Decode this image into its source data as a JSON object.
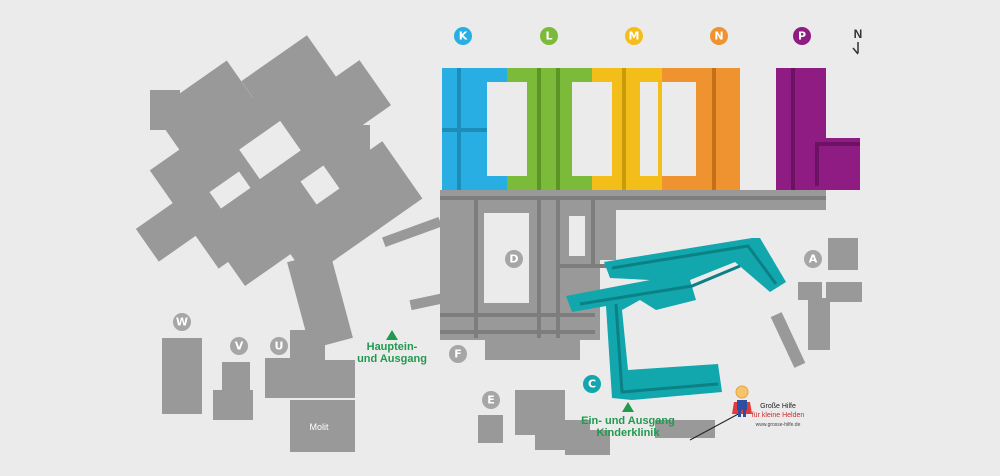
{
  "colors": {
    "background": "#ebebeb",
    "building": "#999999",
    "corridor": "#7d7d7d",
    "K": "#29aee3",
    "L": "#7cba3a",
    "M": "#f3be1a",
    "N": "#ef9230",
    "P": "#8f1c83",
    "C": "#11a7ad",
    "entrance": "#1f9a4e"
  },
  "compass": {
    "label": "N",
    "icon": "north-arrow-icon"
  },
  "wings": [
    {
      "id": "K",
      "label": "K",
      "color": "#29aee3"
    },
    {
      "id": "L",
      "label": "L",
      "color": "#7cba3a"
    },
    {
      "id": "M",
      "label": "M",
      "color": "#f3be1a"
    },
    {
      "id": "N",
      "label": "N",
      "color": "#ef9230"
    },
    {
      "id": "P",
      "label": "P",
      "color": "#8f1c83"
    }
  ],
  "buildings": [
    {
      "id": "A",
      "label": "A"
    },
    {
      "id": "C",
      "label": "C"
    },
    {
      "id": "D",
      "label": "D"
    },
    {
      "id": "E",
      "label": "E"
    },
    {
      "id": "F",
      "label": "F"
    },
    {
      "id": "U",
      "label": "U"
    },
    {
      "id": "V",
      "label": "V"
    },
    {
      "id": "W",
      "label": "W"
    }
  ],
  "molit": "Molit",
  "entrances": {
    "main_line1": "Hauptein-",
    "main_line2": "und Ausgang",
    "kids_line1": "Ein- und Ausgang",
    "kids_line2": "Kinderklinik"
  },
  "logo": {
    "line1": "Große Hilfe",
    "line2": "für kleine Helden",
    "url": "www.grosse-hilfe.de"
  }
}
